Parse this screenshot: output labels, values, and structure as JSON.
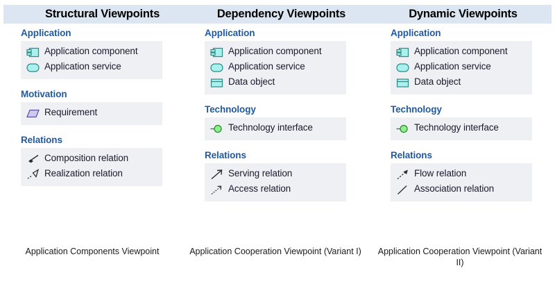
{
  "header": {
    "titles": [
      "Structural Viewpoints",
      "Dependency Viewpoints",
      "Dynamic Viewpoints"
    ]
  },
  "colors": {
    "header_band": "#dce6f2",
    "group_title": "#1f5aa0",
    "group_box": "#eef0f4",
    "application_fill": "#aaf0ee",
    "application_stroke": "#2e8b84",
    "motivation_fill": "#cfc8ef",
    "motivation_stroke": "#5b4fa0",
    "technology_fill": "#8ef08e",
    "technology_stroke": "#2e8b2e",
    "relation_stroke": "#2b2b2b"
  },
  "columns": [
    {
      "id": "structural",
      "groups": [
        {
          "title": "Application",
          "items": [
            {
              "icon": "application-component-icon",
              "label": "Application component"
            },
            {
              "icon": "application-service-icon",
              "label": "Application service"
            }
          ]
        },
        {
          "title": "Motivation",
          "items": [
            {
              "icon": "requirement-icon",
              "label": "Requirement"
            }
          ]
        },
        {
          "title": "Relations",
          "items": [
            {
              "icon": "composition-relation-icon",
              "label": "Composition relation"
            },
            {
              "icon": "realization-relation-icon",
              "label": "Realization relation"
            }
          ]
        }
      ],
      "caption": "Application Components Viewpoint"
    },
    {
      "id": "dependency",
      "groups": [
        {
          "title": "Application",
          "items": [
            {
              "icon": "application-component-icon",
              "label": "Application component"
            },
            {
              "icon": "application-service-icon",
              "label": "Application service"
            },
            {
              "icon": "data-object-icon",
              "label": "Data object"
            }
          ]
        },
        {
          "title": "Technology",
          "items": [
            {
              "icon": "technology-interface-icon",
              "label": "Technology interface"
            }
          ]
        },
        {
          "title": "Relations",
          "items": [
            {
              "icon": "serving-relation-icon",
              "label": "Serving relation"
            },
            {
              "icon": "access-relation-icon",
              "label": "Access relation"
            }
          ]
        }
      ],
      "caption": "Application Cooperation Viewpoint (Variant I)"
    },
    {
      "id": "dynamic",
      "groups": [
        {
          "title": "Application",
          "items": [
            {
              "icon": "application-component-icon",
              "label": "Application component"
            },
            {
              "icon": "application-service-icon",
              "label": "Application service"
            },
            {
              "icon": "data-object-icon",
              "label": "Data object"
            }
          ]
        },
        {
          "title": "Technology",
          "items": [
            {
              "icon": "technology-interface-icon",
              "label": "Technology interface"
            }
          ]
        },
        {
          "title": "Relations",
          "items": [
            {
              "icon": "flow-relation-icon",
              "label": "Flow relation"
            },
            {
              "icon": "association-relation-icon",
              "label": "Association relation"
            }
          ]
        }
      ],
      "caption": "Application Cooperation Viewpoint (Variant II)"
    }
  ]
}
